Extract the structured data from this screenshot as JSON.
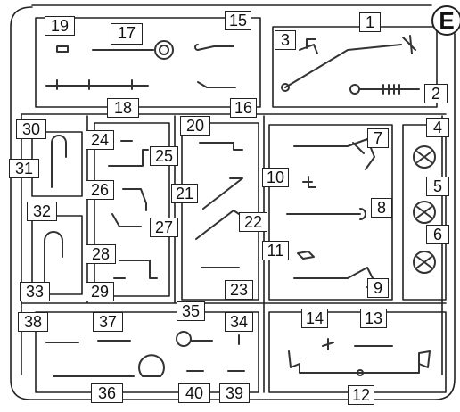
{
  "sprue": {
    "letter": "E",
    "part_numbers": [
      "1",
      "2",
      "3",
      "4",
      "5",
      "6",
      "7",
      "8",
      "9",
      "10",
      "11",
      "12",
      "13",
      "14",
      "15",
      "16",
      "17",
      "18",
      "19",
      "20",
      "21",
      "22",
      "23",
      "24",
      "25",
      "26",
      "27",
      "28",
      "29",
      "30",
      "31",
      "32",
      "33",
      "34",
      "35",
      "36",
      "37",
      "38",
      "39",
      "40"
    ]
  },
  "colors": {
    "line": "#222222",
    "part": "#333333",
    "background": "#ffffff"
  }
}
